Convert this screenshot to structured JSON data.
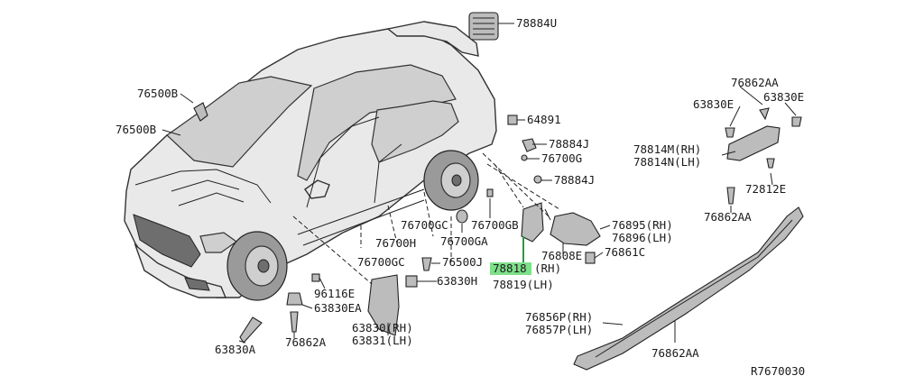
{
  "labels": {
    "p78884U": "78884U",
    "p76500B_1": "76500B",
    "p76500B_2": "76500B",
    "p64891": "64891",
    "p78884J_1": "78884J",
    "p76700G": "76700G",
    "p78884J_2": "78884J",
    "p76862AA_1": "76862AA",
    "p63830E_1": "63830E",
    "p63830E_2": "63830E",
    "p78814M": "78814M(RH)",
    "p78814N": "78814N(LH)",
    "p72812E": "72812E",
    "p76862AA_2": "76862AA",
    "p76700GC_1": "76700GC",
    "p76700GB": "76700GB",
    "p76700H": "76700H",
    "p76700GA": "76700GA",
    "p76700GC_2": "76700GC",
    "p76500J": "76500J",
    "p76895": "76895(RH)",
    "p76896": "76896(LH)",
    "p76861C": "76861C",
    "p76808E": "76808E",
    "p78818": "78818",
    "p78818_rh": "(RH)",
    "p78819": "78819(LH)",
    "p96116E": "96116E",
    "p63830H": "63830H",
    "p63830EA": "63830EA",
    "p63830": "63830(RH)",
    "p63831": "63831(LH)",
    "p63830A": "63830A",
    "p76862A": "76862A",
    "p76856P": "76856P(RH)",
    "p76857P": "76857P(LH)",
    "p76862AA_3": "76862AA"
  },
  "reference": "R7670030",
  "colors": {
    "highlight": "#7ee08a",
    "leader_highlight": "#1fa23a",
    "line": "#222222"
  }
}
